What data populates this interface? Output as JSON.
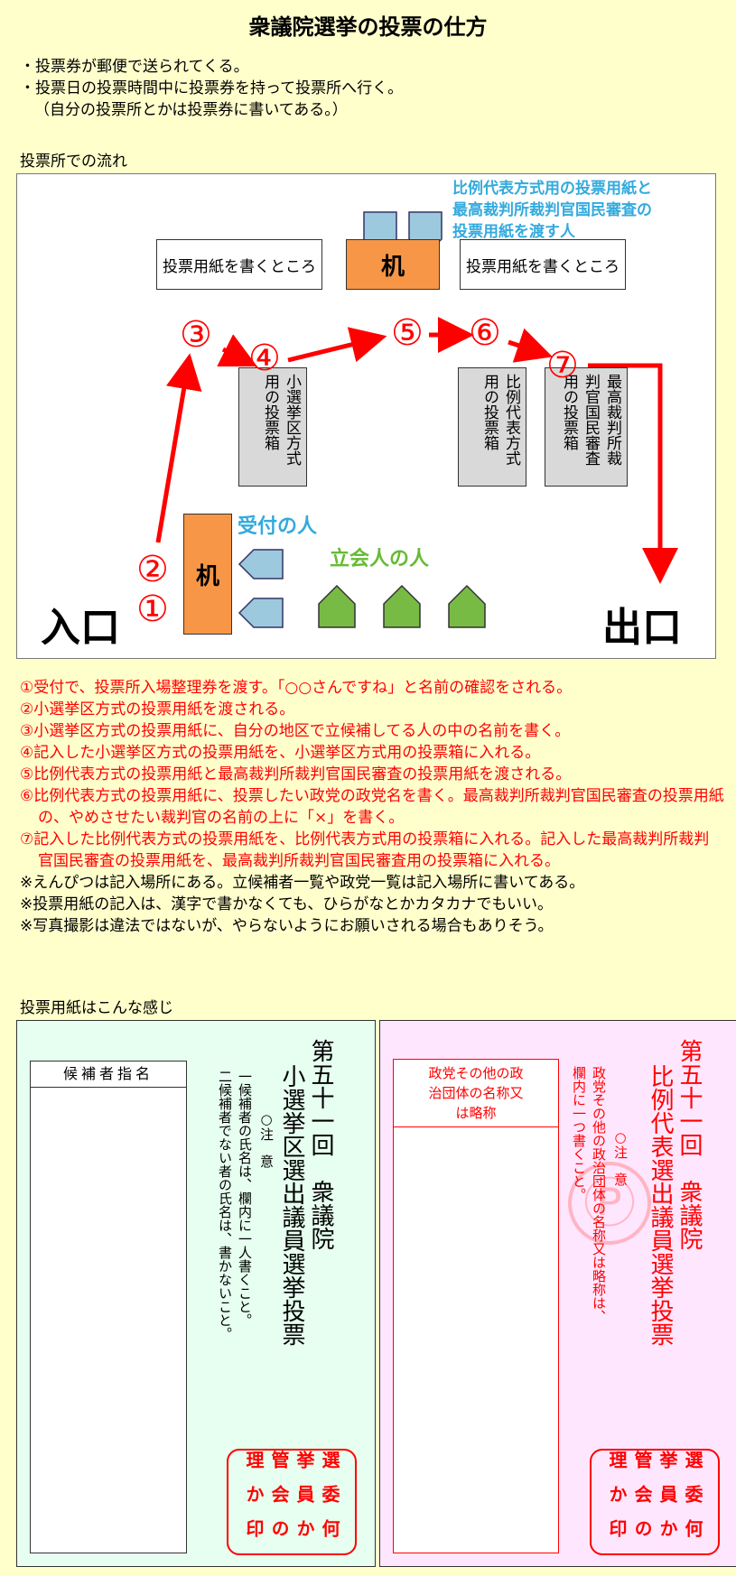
{
  "title": "衆議院選挙の投票の仕方",
  "intro": [
    "・投票券が郵便で送られてくる。",
    "・投票日の投票時間中に投票券を持って投票所へ行く。",
    "（自分の投票所とかは投票券に書いてある。）"
  ],
  "flow_heading": "投票所での流れ",
  "flow": {
    "dist_person": [
      "比例代表方式用の投票用紙と",
      "最高裁判所裁判官国民審査の",
      "投票用紙を渡す人"
    ],
    "write_place_left": "投票用紙を書くところ",
    "write_place_right": "投票用紙を書くところ",
    "desk_top": "机",
    "desk_bottom": "机",
    "box_small": "小選挙区方式用の投票箱",
    "box_pr": "比例代表方式用の投票箱",
    "box_court": "最高裁判所裁判官国民審査用の投票箱",
    "reception": "受付の人",
    "witness": "立会人の人",
    "entrance": "入口",
    "exit": "出口",
    "nums": [
      "①",
      "②",
      "③",
      "④",
      "⑤",
      "⑥",
      "⑦"
    ]
  },
  "steps": [
    "①受付で、投票所入場整理券を渡す。「○○さんですね」と名前の確認をされる。",
    "②小選挙区方式の投票用紙を渡される。",
    "③小選挙区方式の投票用紙に、自分の地区で立候補してる人の中の名前を書く。",
    "④記入した小選挙区方式の投票用紙を、小選挙区方式用の投票箱に入れる。",
    "⑤比例代表方式の投票用紙と最高裁判所裁判官国民審査の投票用紙を渡される。",
    "⑥比例代表方式の投票用紙に、投票したい政党の政党名を書く。最高裁判所裁判官国民審査の投票用紙の、やめさせたい裁判官の名前の上に「×」を書く。",
    "⑦記入した比例代表方式の投票用紙を、比例代表方式用の投票箱に入れる。記入した最高裁判所裁判官国民審査の投票用紙を、最高裁判所裁判官国民審査用の投票箱に入れる。"
  ],
  "notes": [
    "※えんぴつは記入場所にある。立候補者一覧や政党一覧は記入場所に書いてある。",
    "※投票用紙の記入は、漢字で書かなくても、ひらがなとかカタカナでもいい。",
    "※写真撮影は違法ではないが、やらないようにお願いされる場合もありそう。"
  ],
  "ballot_heading": "投票用紙はこんな感じ",
  "ballot1": {
    "header": "候補者指名",
    "title1": "第五十一回　衆議院",
    "title2": "小選挙区選出議員選挙投票",
    "note_head": "○注　意",
    "note1": "一候補者の氏名は、欄内に一人書くこと。",
    "note2": "二候補者でない者の氏名は、書かないこと。",
    "stamp": [
      "選挙管理",
      "委員会か",
      "何かの印"
    ]
  },
  "ballot2": {
    "header": "政党その他の政治団体の名称又は略称",
    "title1": "第五十一回　衆議院",
    "title2": "比例代表選出議員選挙投票",
    "note_head": "○注　意",
    "note1": "政党その他の政治団体の名称又は略称は、",
    "note2": "欄内に一つ書くこと。",
    "seal": "Ⓟ",
    "stamp": [
      "選挙管理",
      "委員会か",
      "何かの印"
    ]
  },
  "colors": {
    "red": "#ff0000",
    "blue": "#33aadd",
    "green": "#66bb33",
    "desk": "#f79646",
    "box": "#d9d9d9"
  }
}
